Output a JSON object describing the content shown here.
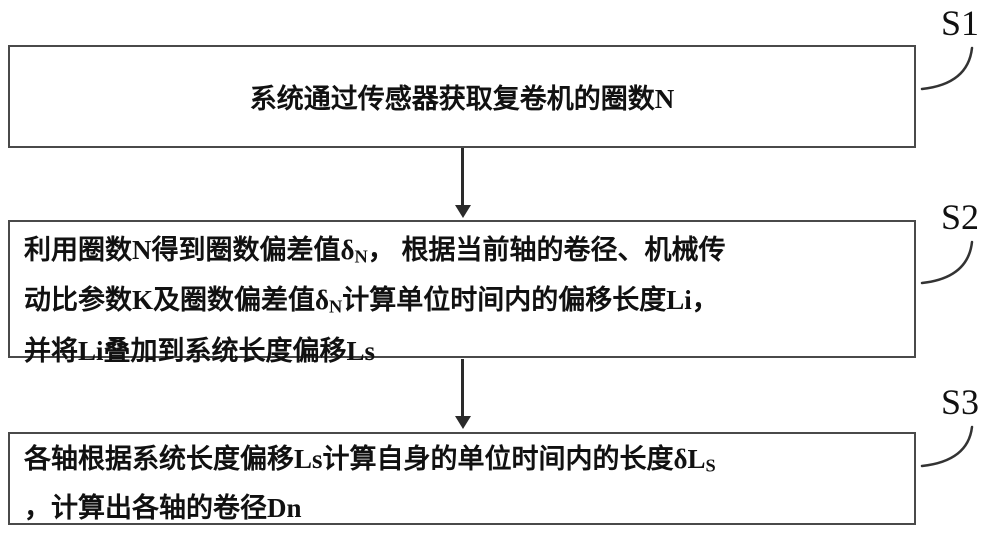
{
  "figure": {
    "boxes": [
      {
        "name": "step-1",
        "label": "S1",
        "lines": [
          {
            "segments": [
              {
                "text": "系统通过传感器获取复卷机的圈数N",
                "sub": false
              }
            ]
          }
        ]
      },
      {
        "name": "step-2",
        "label": "S2",
        "lines": [
          {
            "segments": [
              {
                "text": "利用圈数N得到圈数偏差值δ",
                "sub": false
              },
              {
                "text": "N",
                "sub": true
              },
              {
                "text": "， 根据当前轴的卷径、机械传",
                "sub": false
              }
            ]
          },
          {
            "segments": [
              {
                "text": "动比参数K及圈数偏差值δ",
                "sub": false
              },
              {
                "text": "N",
                "sub": true
              },
              {
                "text": "计算单位时间内的偏移长度Li，",
                "sub": false
              }
            ]
          },
          {
            "segments": [
              {
                "text": "并将Li叠加到系统长度偏移Ls",
                "sub": false
              }
            ]
          }
        ]
      },
      {
        "name": "step-3",
        "label": "S3",
        "lines": [
          {
            "segments": [
              {
                "text": "各轴根据系统长度偏移Ls计算自身的单位时间内的长度δL",
                "sub": false
              },
              {
                "text": "S",
                "sub": true
              }
            ]
          },
          {
            "segments": [
              {
                "text": "，计算出各轴的卷径Dn",
                "sub": false
              }
            ]
          }
        ]
      }
    ],
    "colors": {
      "box_border": "#4a4a4a",
      "line": "#2a2a2a",
      "text": "#111111",
      "background": "#ffffff"
    }
  }
}
